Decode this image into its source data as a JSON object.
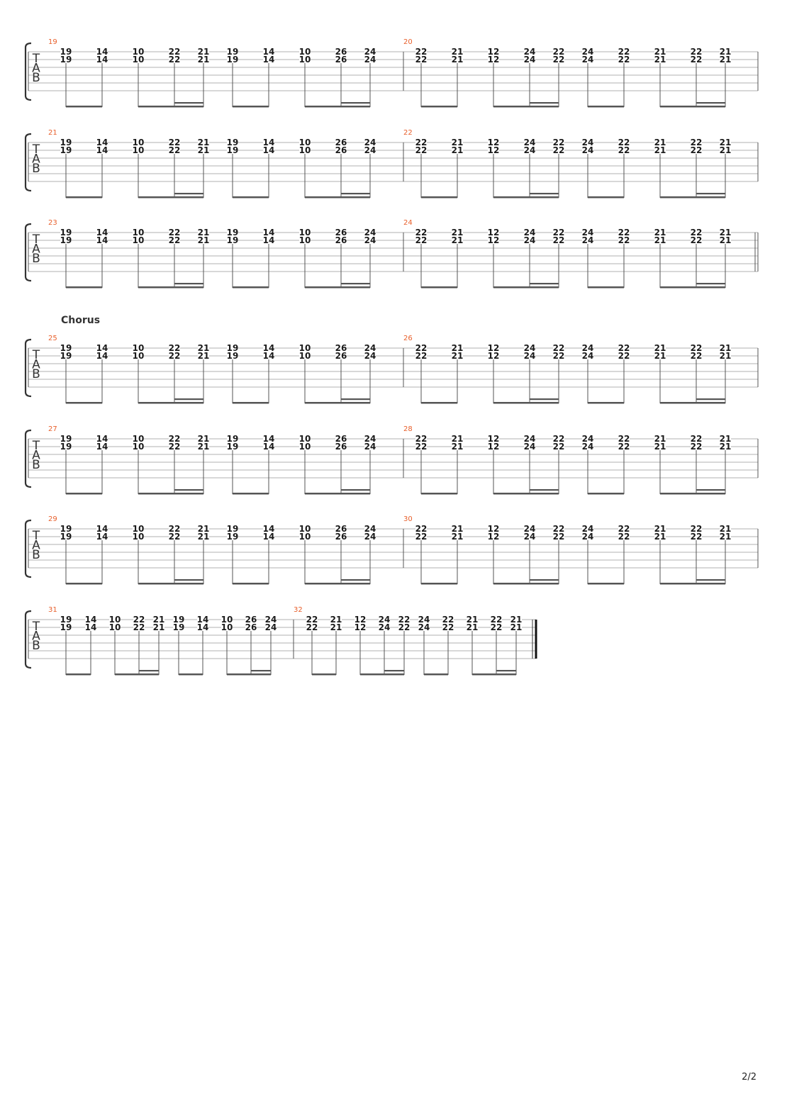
{
  "page": {
    "number": "2/2"
  },
  "tab_clef": {
    "letters": [
      "T",
      "A",
      "B"
    ]
  },
  "bars": {
    "A": [
      [
        "19",
        "19"
      ],
      [
        "14",
        "14"
      ],
      [
        "10",
        "10"
      ],
      [
        "22",
        "22"
      ],
      [
        "21",
        "21"
      ],
      [
        "19",
        "19"
      ],
      [
        "14",
        "14"
      ],
      [
        "10",
        "10"
      ],
      [
        "26",
        "26"
      ],
      [
        "24",
        "24"
      ]
    ],
    "B": [
      [
        "22",
        "22"
      ],
      [
        "21",
        "21"
      ],
      [
        "12",
        "12"
      ],
      [
        "24",
        "24"
      ],
      [
        "22",
        "22"
      ],
      [
        "24",
        "24"
      ],
      [
        "22",
        "22"
      ],
      [
        "21",
        "21"
      ],
      [
        "22",
        "22"
      ],
      [
        "21",
        "21"
      ]
    ]
  },
  "systems": [
    {
      "bars": [
        {
          "number": "19",
          "pattern": "A"
        },
        {
          "number": "20",
          "pattern": "B"
        }
      ],
      "section": "",
      "end": "none"
    },
    {
      "bars": [
        {
          "number": "21",
          "pattern": "A"
        },
        {
          "number": "22",
          "pattern": "B"
        }
      ],
      "section": "",
      "end": "none"
    },
    {
      "bars": [
        {
          "number": "23",
          "pattern": "A"
        },
        {
          "number": "24",
          "pattern": "B"
        }
      ],
      "section": "",
      "end": "double"
    },
    {
      "bars": [
        {
          "number": "25",
          "pattern": "A"
        },
        {
          "number": "26",
          "pattern": "B"
        }
      ],
      "section": "Chorus",
      "end": "none"
    },
    {
      "bars": [
        {
          "number": "27",
          "pattern": "A"
        },
        {
          "number": "28",
          "pattern": "B"
        }
      ],
      "section": "",
      "end": "none"
    },
    {
      "bars": [
        {
          "number": "29",
          "pattern": "A"
        },
        {
          "number": "30",
          "pattern": "B"
        }
      ],
      "section": "",
      "end": "none"
    },
    {
      "bars": [
        {
          "number": "31",
          "pattern": "A"
        },
        {
          "number": "32",
          "pattern": "B"
        }
      ],
      "section": "",
      "end": "final"
    }
  ],
  "colors": {
    "bar_number": "#e8602c",
    "staff_line": "#b0b0b0",
    "ink": "#1a1a1a"
  }
}
